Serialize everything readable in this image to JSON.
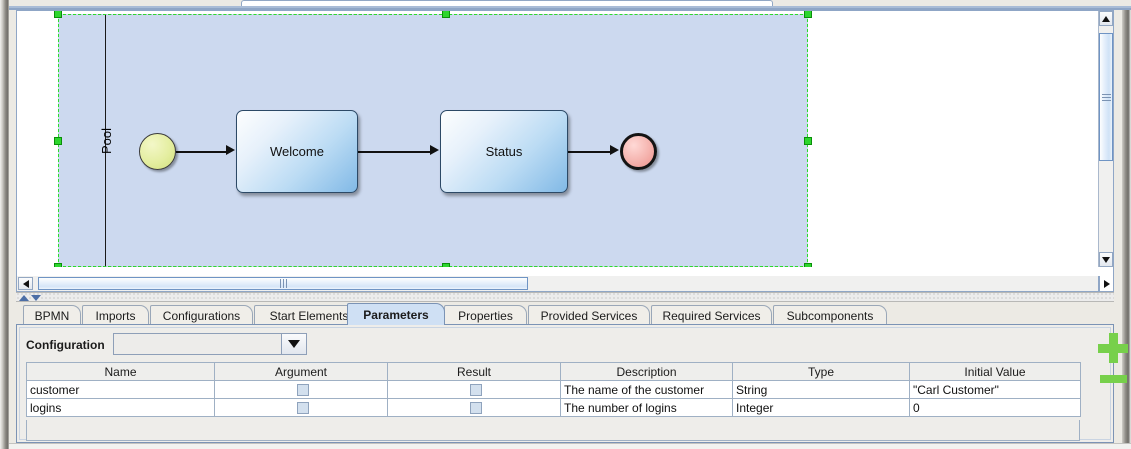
{
  "diagram": {
    "pool_label": "Pool",
    "nodes": [
      {
        "id": "start",
        "type": "start-event",
        "label": ""
      },
      {
        "id": "welcome",
        "type": "task",
        "label": "Welcome"
      },
      {
        "id": "status",
        "type": "task",
        "label": "Status"
      },
      {
        "id": "end",
        "type": "end-event",
        "label": ""
      }
    ],
    "selection": "pool selected"
  },
  "tabs": [
    {
      "label": "BPMN",
      "selected": false
    },
    {
      "label": "Imports",
      "selected": false
    },
    {
      "label": "Configurations",
      "selected": false
    },
    {
      "label": "Start Elements",
      "selected": false
    },
    {
      "label": "Parameters",
      "selected": true
    },
    {
      "label": "Properties",
      "selected": false
    },
    {
      "label": "Provided Services",
      "selected": false
    },
    {
      "label": "Required Services",
      "selected": false
    },
    {
      "label": "Subcomponents",
      "selected": false
    }
  ],
  "configuration": {
    "label": "Configuration",
    "value": "",
    "placeholder": ""
  },
  "table": {
    "columns": [
      "Name",
      "Argument",
      "Result",
      "Description",
      "Type",
      "Initial Value"
    ],
    "rows": [
      {
        "name": "customer",
        "argument": false,
        "result": false,
        "description": "The name of the customer",
        "type": "String",
        "initial_value": "\"Carl Customer\""
      },
      {
        "name": "logins",
        "argument": false,
        "result": false,
        "description": "The number of logins",
        "type": "Integer",
        "initial_value": "0"
      }
    ]
  },
  "actions": {
    "add": "add-parameter",
    "remove": "remove-parameter"
  },
  "colors": {
    "pool_fill": "#ccd9ef",
    "selection_green": "#2dd62d",
    "task_blue": "#81b9e6",
    "start_event": "#d2e07d",
    "end_event": "#ef928c",
    "accent_button": "#77d04b",
    "tab_selected": "#cfe0f4"
  }
}
